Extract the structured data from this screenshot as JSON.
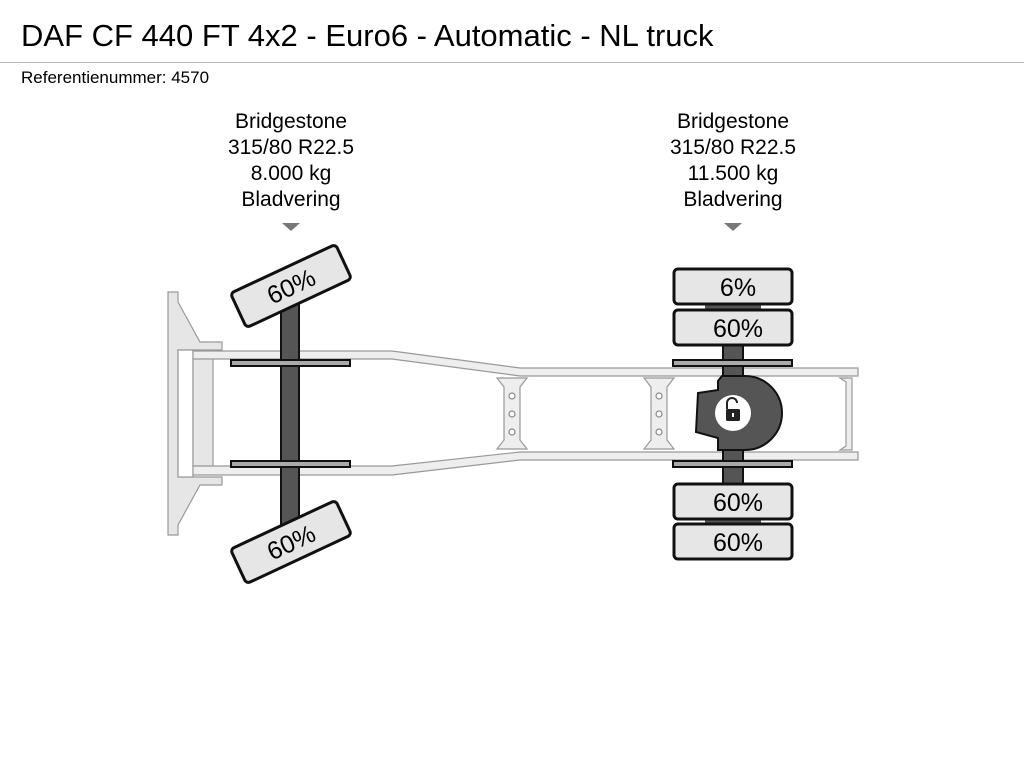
{
  "header": {
    "title": "DAF CF 440 FT 4x2 - Euro6 - Automatic - NL truck",
    "reference": "Referentienummer: 4570"
  },
  "axles": [
    {
      "brand": "Bridgestone",
      "size": "315/80 R22.5",
      "load": "8.000 kg",
      "suspension": "Bladvering",
      "tyres": [
        "60%",
        "60%"
      ]
    },
    {
      "brand": "Bridgestone",
      "size": "315/80 R22.5",
      "load": "11.500 kg",
      "suspension": "Bladvering",
      "tyres": [
        "6%",
        "60%",
        "60%",
        "60%"
      ],
      "differential_lock": "lock-open-icon"
    }
  ]
}
